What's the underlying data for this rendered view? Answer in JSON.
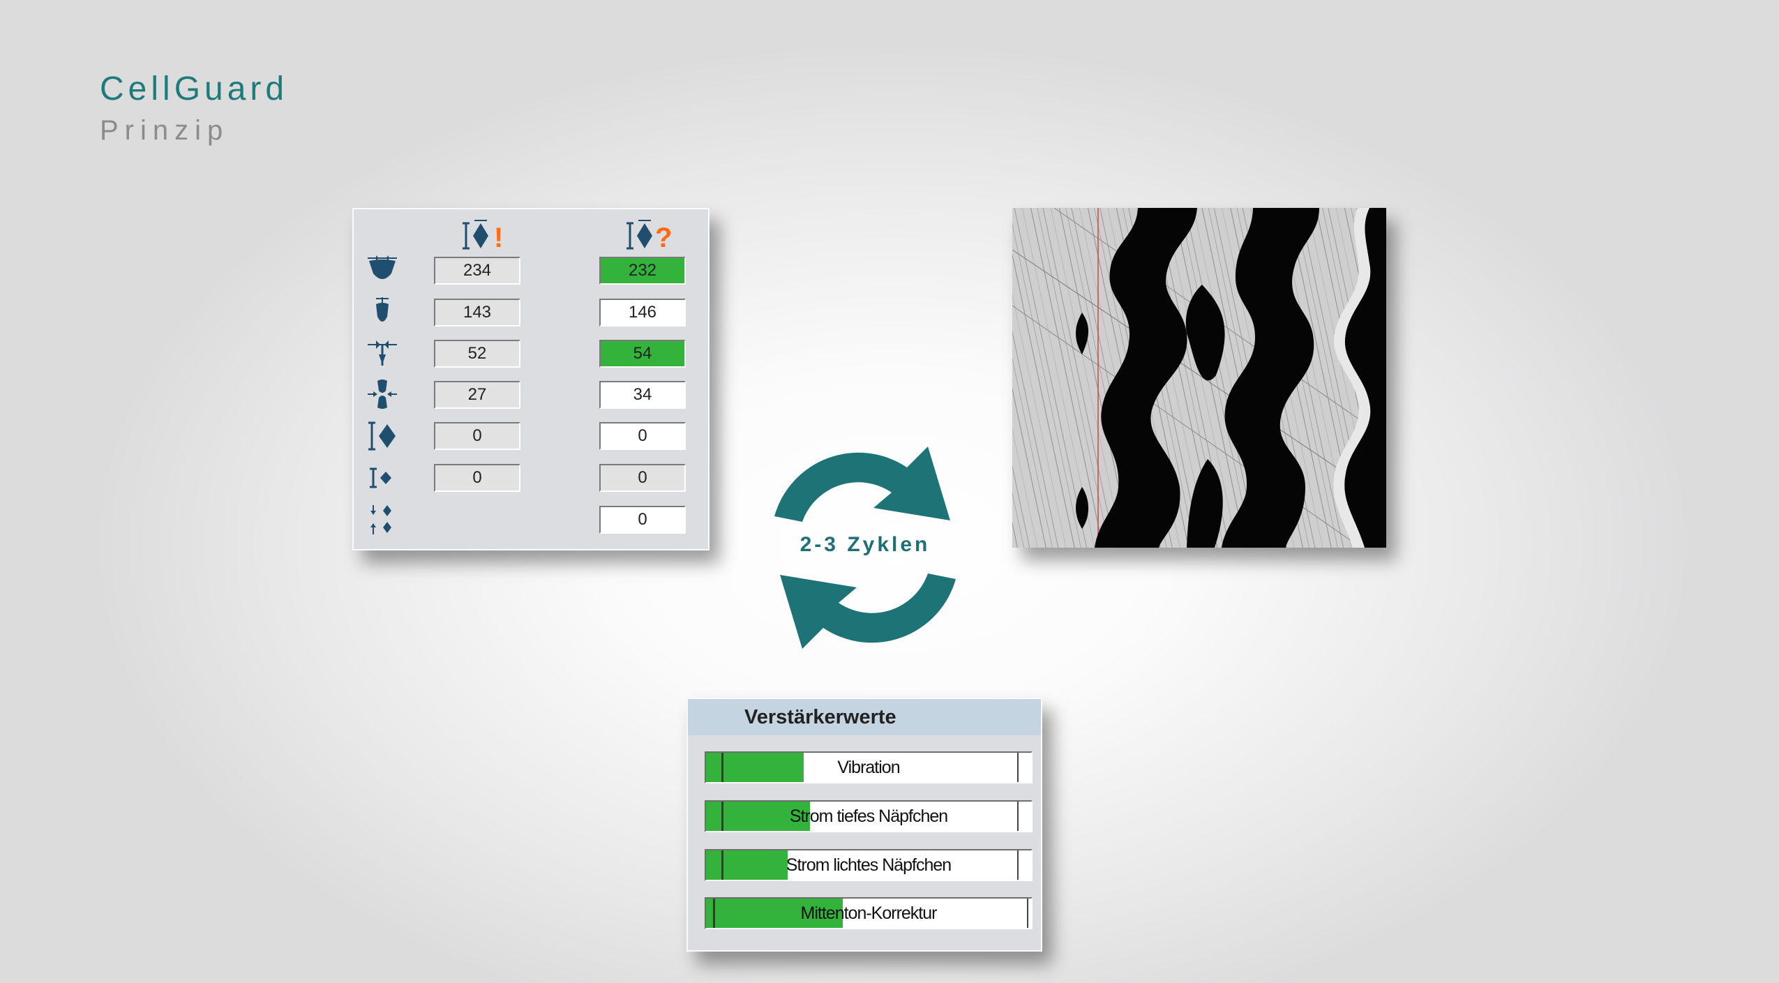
{
  "header": {
    "title": "CellGuard",
    "subtitle": "Prinzip"
  },
  "panel": {
    "header_icons": [
      {
        "name": "measured-cell-icon",
        "mark": "!",
        "mark_color": "#ff6a13"
      },
      {
        "name": "unknown-cell-icon",
        "mark": "?",
        "mark_color": "#ff6a13"
      }
    ],
    "rows": [
      {
        "icon": "cell-width-icon",
        "ref": "234",
        "act": "232",
        "act_state": "green"
      },
      {
        "icon": "cell-height-icon",
        "ref": "143",
        "act": "146",
        "act_state": "white"
      },
      {
        "icon": "channel-width-icon",
        "ref": "52",
        "act": "54",
        "act_state": "green"
      },
      {
        "icon": "wall-width-icon",
        "ref": "27",
        "act": "34",
        "act_state": "white"
      },
      {
        "icon": "cell-depth-icon",
        "ref": "0",
        "act": "0",
        "act_state": "white"
      },
      {
        "icon": "small-cell-depth-icon",
        "ref": "0",
        "act": "0",
        "act_state": "grey"
      },
      {
        "icon": "cell-offset-icon",
        "ref": null,
        "act": "0",
        "act_state": "white"
      }
    ],
    "colors": {
      "green": "#33b23c",
      "icon": "#1f4e6e"
    }
  },
  "cycle": {
    "label": "2-3 Zyklen",
    "color": "#1e7377"
  },
  "engraving": {
    "description_icon": "engraved-cells-image"
  },
  "amplifier": {
    "title": "Verstärkerwerte",
    "bars": [
      {
        "label": "Vibration",
        "level": 0.3
      },
      {
        "label": "Strom tiefes Näpfchen",
        "level": 0.32
      },
      {
        "label": "Strom lichtes Näpfchen",
        "level": 0.25
      },
      {
        "label": "Mittenton-Korrektur",
        "level": 0.42
      }
    ]
  }
}
